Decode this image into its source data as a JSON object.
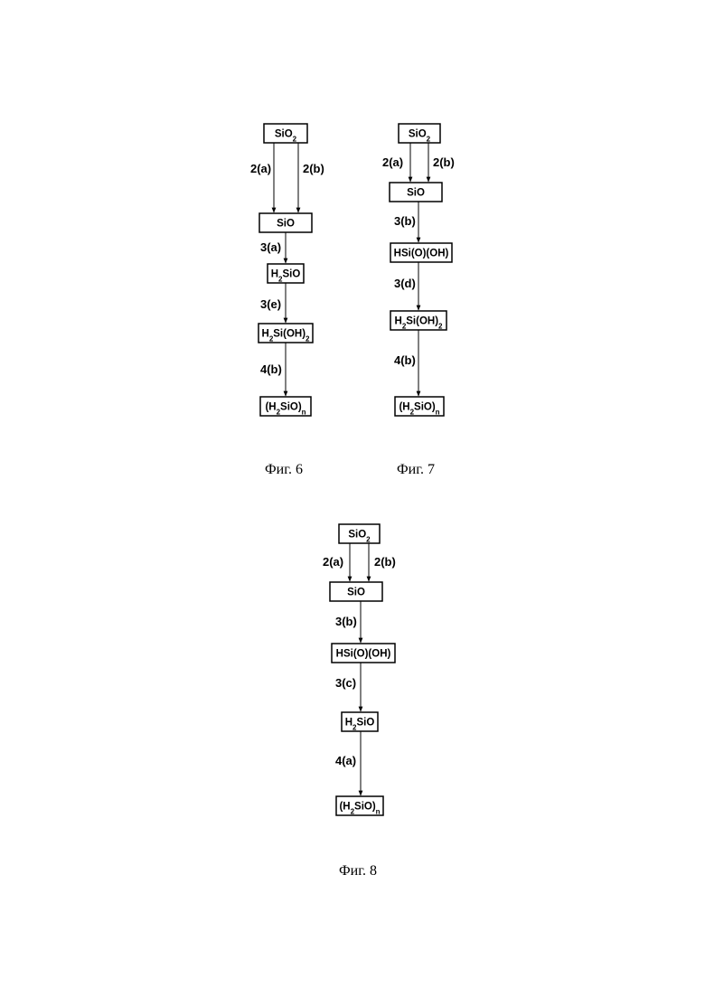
{
  "figures": [
    {
      "caption": "Фиг. 6",
      "nodes": [
        {
          "id": "sio2",
          "parts": [
            {
              "t": "SiO"
            },
            {
              "t": "2",
              "sub": true
            }
          ]
        },
        {
          "id": "sio",
          "parts": [
            {
              "t": "SiO"
            }
          ]
        },
        {
          "id": "h2sio",
          "parts": [
            {
              "t": "H"
            },
            {
              "t": "2",
              "sub": true
            },
            {
              "t": "SiO"
            }
          ]
        },
        {
          "id": "h2sioh2",
          "parts": [
            {
              "t": "H"
            },
            {
              "t": "2",
              "sub": true
            },
            {
              "t": "Si(OH)"
            },
            {
              "t": "2",
              "sub": true
            }
          ]
        },
        {
          "id": "polymer",
          "parts": [
            {
              "t": "(H"
            },
            {
              "t": "2",
              "sub": true
            },
            {
              "t": "SiO)"
            },
            {
              "t": "n",
              "sub": true
            }
          ]
        }
      ],
      "edges": [
        {
          "from": "sio2",
          "to": "sio",
          "label": "2(a)"
        },
        {
          "from": "sio2",
          "to": "sio",
          "label": "2(b)"
        },
        {
          "from": "sio",
          "to": "h2sio",
          "label": "3(a)"
        },
        {
          "from": "h2sio",
          "to": "h2sioh2",
          "label": "3(e)"
        },
        {
          "from": "h2sioh2",
          "to": "polymer",
          "label": "4(b)"
        }
      ]
    },
    {
      "caption": "Фиг. 7",
      "nodes": [
        {
          "id": "sio2",
          "parts": [
            {
              "t": "SiO"
            },
            {
              "t": "2",
              "sub": true
            }
          ]
        },
        {
          "id": "sio",
          "parts": [
            {
              "t": "SiO"
            }
          ]
        },
        {
          "id": "hsiooh",
          "parts": [
            {
              "t": "HSi(O)(OH)"
            }
          ]
        },
        {
          "id": "h2sioh2",
          "parts": [
            {
              "t": "H"
            },
            {
              "t": "2",
              "sub": true
            },
            {
              "t": "Si(OH)"
            },
            {
              "t": "2",
              "sub": true
            }
          ]
        },
        {
          "id": "polymer",
          "parts": [
            {
              "t": "(H"
            },
            {
              "t": "2",
              "sub": true
            },
            {
              "t": "SiO)"
            },
            {
              "t": "n",
              "sub": true
            }
          ]
        }
      ],
      "edges": [
        {
          "from": "sio2",
          "to": "sio",
          "label": "2(a)"
        },
        {
          "from": "sio2",
          "to": "sio",
          "label": "2(b)"
        },
        {
          "from": "sio",
          "to": "hsiooh",
          "label": "3(b)"
        },
        {
          "from": "hsiooh",
          "to": "h2sioh2",
          "label": "3(d)"
        },
        {
          "from": "h2sioh2",
          "to": "polymer",
          "label": "4(b)"
        }
      ]
    },
    {
      "caption": "Фиг. 8",
      "nodes": [
        {
          "id": "sio2",
          "parts": [
            {
              "t": "SiO"
            },
            {
              "t": "2",
              "sub": true
            }
          ]
        },
        {
          "id": "sio",
          "parts": [
            {
              "t": "SiO"
            }
          ]
        },
        {
          "id": "hsiooh",
          "parts": [
            {
              "t": "HSi(O)(OH)"
            }
          ]
        },
        {
          "id": "h2sio",
          "parts": [
            {
              "t": "H"
            },
            {
              "t": "2",
              "sub": true
            },
            {
              "t": "SiO"
            }
          ]
        },
        {
          "id": "polymer",
          "parts": [
            {
              "t": "(H"
            },
            {
              "t": "2",
              "sub": true
            },
            {
              "t": "SiO)"
            },
            {
              "t": "n",
              "sub": true
            }
          ]
        }
      ],
      "edges": [
        {
          "from": "sio2",
          "to": "sio",
          "label": "2(a)"
        },
        {
          "from": "sio2",
          "to": "sio",
          "label": "2(b)"
        },
        {
          "from": "sio",
          "to": "hsiooh",
          "label": "3(b)"
        },
        {
          "from": "hsiooh",
          "to": "h2sio",
          "label": "3(c)"
        },
        {
          "from": "h2sio",
          "to": "polymer",
          "label": "4(a)"
        }
      ]
    }
  ]
}
